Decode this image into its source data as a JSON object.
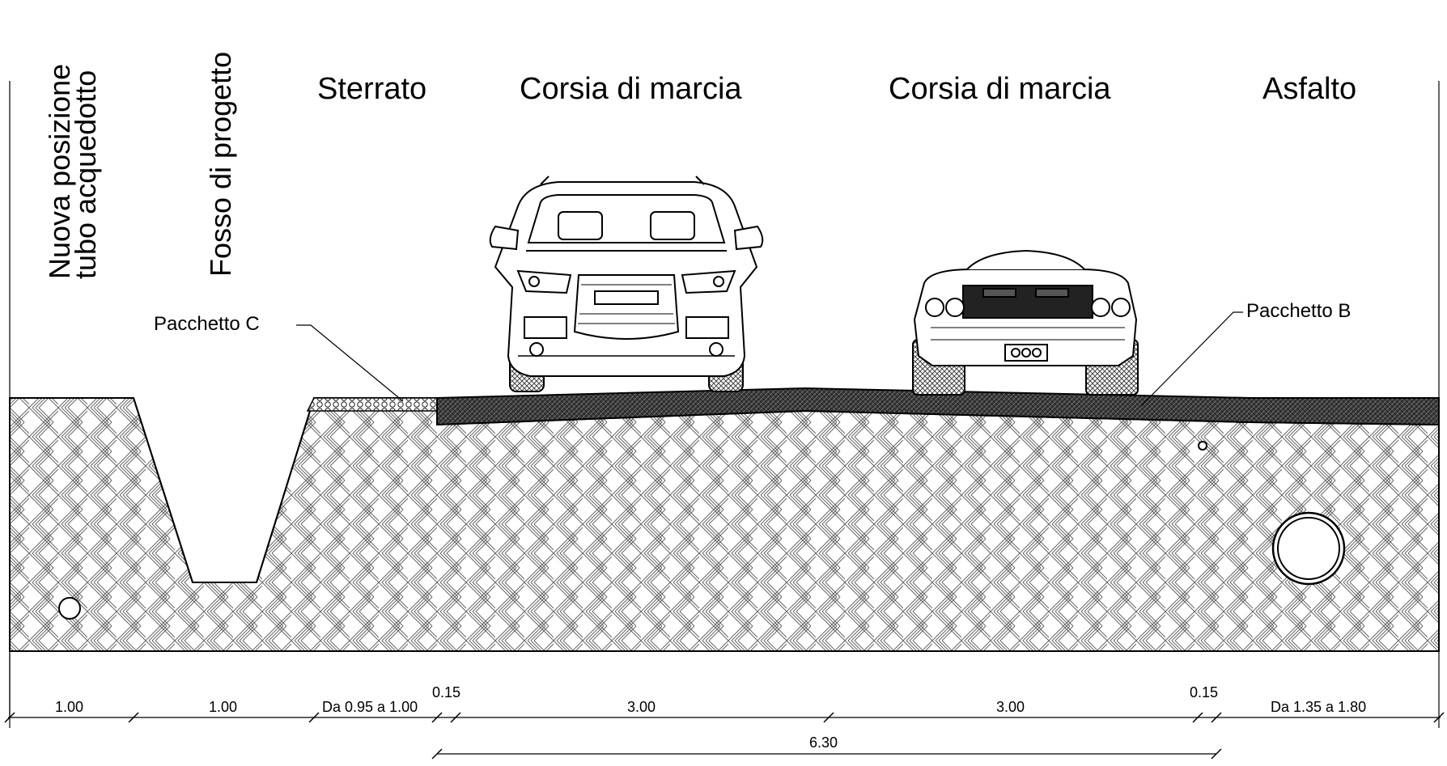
{
  "zones": {
    "aqueduct_line1": "Nuova posizione",
    "aqueduct_line2": "tubo acquedotto",
    "ditch": "Fosso di progetto",
    "dirt": "Sterrato",
    "lane_left": "Corsia di marcia",
    "lane_right": "Corsia di marcia",
    "asphalt": "Asfalto"
  },
  "callouts": {
    "package_c": "Pacchetto C",
    "package_b": "Pacchetto B"
  },
  "dimensions": {
    "d1": "1.00",
    "d2": "1.00",
    "d3": "Da 0.95 a 1.00",
    "d4": "0.15",
    "d5": "3.00",
    "d6": "3.00",
    "d7": "0.15",
    "d8": "Da 1.35 a 1.80",
    "total_carriageway": "6.30"
  },
  "colors": {
    "line": "#000000",
    "background": "#ffffff",
    "asphalt_fill": "#3a3a3a",
    "soil_hatch": "#555555"
  }
}
